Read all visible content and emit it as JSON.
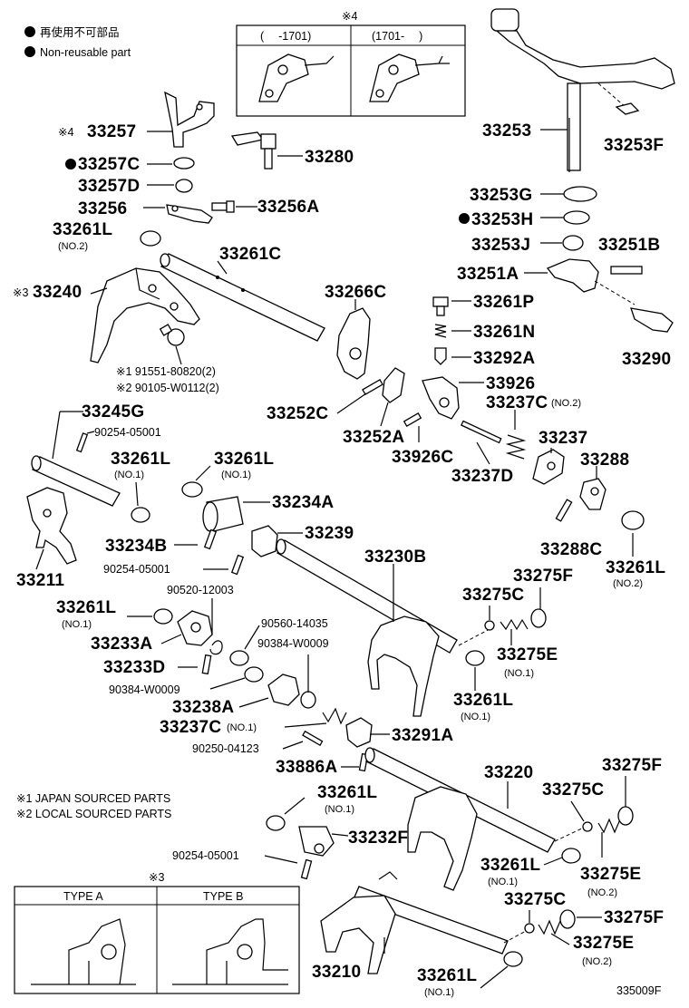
{
  "legend": {
    "nonreusable_jp": "再使用不可部品",
    "nonreusable_en": "Non-reusable part"
  },
  "note4": {
    "mark": "※4",
    "col1": "(　 -1701)",
    "col2": "(1701-　 )"
  },
  "note3": {
    "mark": "※3",
    "col1": "TYPE A",
    "col2": "TYPE B"
  },
  "footnotes": {
    "n1": "※1 JAPAN SOURCED PARTS",
    "n2": "※2 LOCAL SOURCED PARTS"
  },
  "labels": {
    "p33257": "33257",
    "p33257_mark": "※4",
    "p33280": "33280",
    "p33257C": "33257C",
    "p33257D": "33257D",
    "p33256": "33256",
    "p33256A": "33256A",
    "p33261L_top": "33261L",
    "no2": "(NO.2)",
    "no1": "(NO.1)",
    "p33261C": "33261C",
    "p33240_mark": "※3",
    "p33240": "33240",
    "p33266C": "33266C",
    "p33253": "33253",
    "p33253F": "33253F",
    "p33253G": "33253G",
    "p33253H": "33253H",
    "p33253J": "33253J",
    "p33251B": "33251B",
    "p33251A": "33251A",
    "p33261P": "33261P",
    "p33261N": "33261N",
    "p33292A": "33292A",
    "p33290": "33290",
    "bolt1": "※1 91551-80820(2)",
    "bolt2": "※2 90105-W0112(2)",
    "p33926": "33926",
    "p33237C_top": "33237C",
    "p33252C": "33252C",
    "p33252A": "33252A",
    "p33926C": "33926C",
    "p33237": "33237",
    "p33288": "33288",
    "p33237D": "33237D",
    "p33245G": "33245G",
    "pin_90254_a": "90254-05001",
    "p33261L_a": "33261L",
    "p33261L_b": "33261L",
    "p33234A": "33234A",
    "p33211": "33211",
    "p33234B": "33234B",
    "p33239": "33239",
    "pin_90254_b": "90254-05001",
    "p33230B": "33230B",
    "p33288C": "33288C",
    "p33261L_c": "33261L",
    "p90520": "90520-12003",
    "p33275F_a": "33275F",
    "p33275C_a": "33275C",
    "p33261L_d": "33261L",
    "p90560": "90560-14035",
    "p33233A": "33233A",
    "p90384_a": "90384-W0009",
    "p33275E_a": "33275E",
    "p33233D": "33233D",
    "p90384_b": "90384-W0009",
    "p33261L_e": "33261L",
    "p33238A": "33238A",
    "p33237C_b": "33237C",
    "p33291A": "33291A",
    "p90250": "90250-04123",
    "p33886A": "33886A",
    "p33220": "33220",
    "p33275F_b": "33275F",
    "p33275C_b": "33275C",
    "p33261L_f": "33261L",
    "p33232F": "33232F",
    "pin_90254_c": "90254-05001",
    "p33261L_g": "33261L",
    "p33275E_b": "33275E",
    "p33275C_c": "33275C",
    "p33275F_c": "33275F",
    "p33275E_c": "33275E",
    "p33210": "33210",
    "p33261L_h": "33261L",
    "diagram_code": "335009F"
  }
}
